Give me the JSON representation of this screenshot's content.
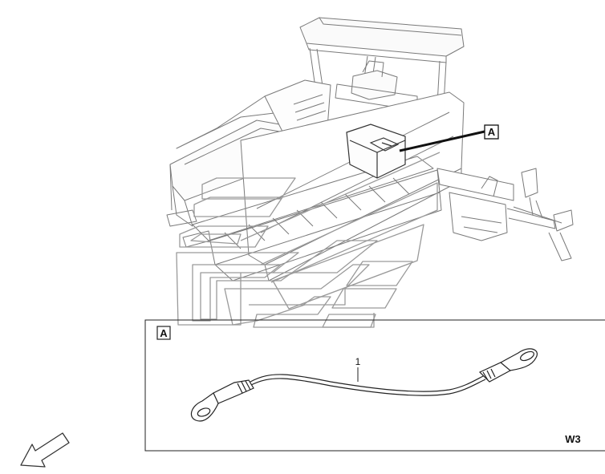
{
  "overview": {
    "callout_letter": "A"
  },
  "detail": {
    "letter": "A",
    "part_number": "1",
    "figure_code": "W3"
  },
  "icons": {
    "direction": "arrow-icon"
  }
}
